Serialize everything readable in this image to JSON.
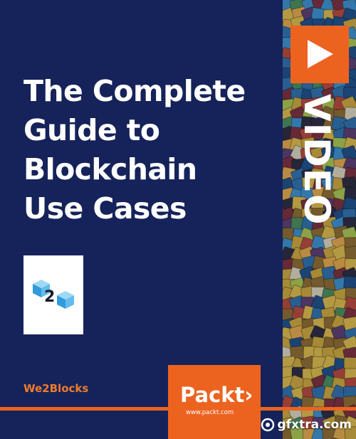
{
  "cover": {
    "title_lines": [
      "The Complete",
      "Guide to",
      "Blockchain",
      "Use Cases"
    ],
    "author": "We2Blocks",
    "format_label": "VIDEO",
    "publisher_name": "Packt›",
    "publisher_url": "www.packt.com",
    "watermark_text": "gfxtra.com"
  },
  "icons": {
    "logo": "we2blocks-logo-icon",
    "play": "play-icon",
    "watermark": "gfxtra-icon"
  },
  "colors": {
    "background": "#16235a",
    "accent": "#ec6320",
    "author": "#f07b2c",
    "text": "#ffffff"
  }
}
